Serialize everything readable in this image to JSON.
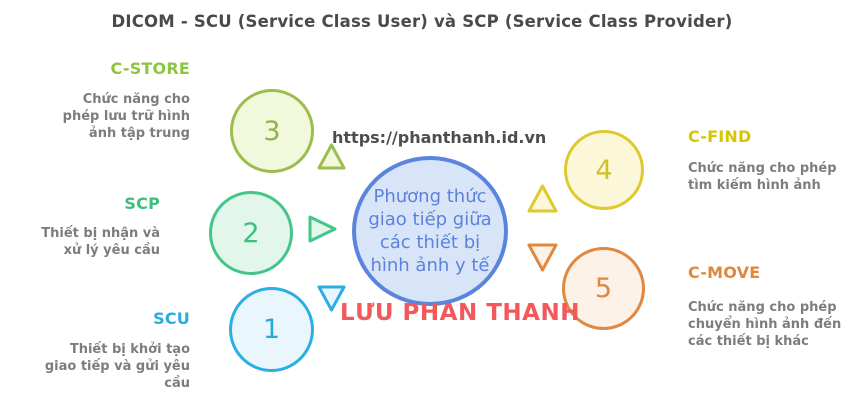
{
  "title": "DICOM - SCU (Service Class User) và SCP (Service Class Provider)",
  "watermark": {
    "url": "https://phanthanh.id.vn",
    "name": "LƯU PHAN THANH",
    "name_color": "#F2595C",
    "url_color": "#4D4D4D"
  },
  "center_bubble": {
    "text": "Phương thức giao tiếp giữa các thiết bị hình ảnh y tế",
    "line1": "Phương thức",
    "line2": "giao tiếp giữa",
    "line3": "các thiết bị",
    "line4": "hình ảnh y tế",
    "fill_color": "#D8E4F8",
    "border_color": "#5B84DD",
    "text_color": "#5C82DE"
  },
  "nodes": [
    {
      "number": "1",
      "label": "SCU",
      "description": "Thiết bị khởi tạo giao tiếp và gửi yêu cầu",
      "color": "#29ABE2",
      "fill_color": "#E9F7FD"
    },
    {
      "number": "2",
      "label": "SCP",
      "description": "Thiết bị nhận và xử lý yêu cầu",
      "color": "#3CBE7E",
      "fill_color": "#E3F6EC"
    },
    {
      "number": "3",
      "label": "C-STORE",
      "description": "Chức năng cho phép lưu trữ hình ảnh tập trung",
      "color": "#8CC540",
      "fill_color": "#F2F8DC"
    },
    {
      "number": "4",
      "label": "C-FIND",
      "description": "Chức năng cho phép tìm kiếm hình ảnh",
      "color": "#D9C400",
      "fill_color": "#FBF7D8"
    },
    {
      "number": "5",
      "label": "C-MOVE",
      "description": "Chức năng cho phép chuyển hình ảnh đến các thiết bị khác",
      "color": "#E0873B",
      "fill_color": "#FDF2E7"
    }
  ]
}
